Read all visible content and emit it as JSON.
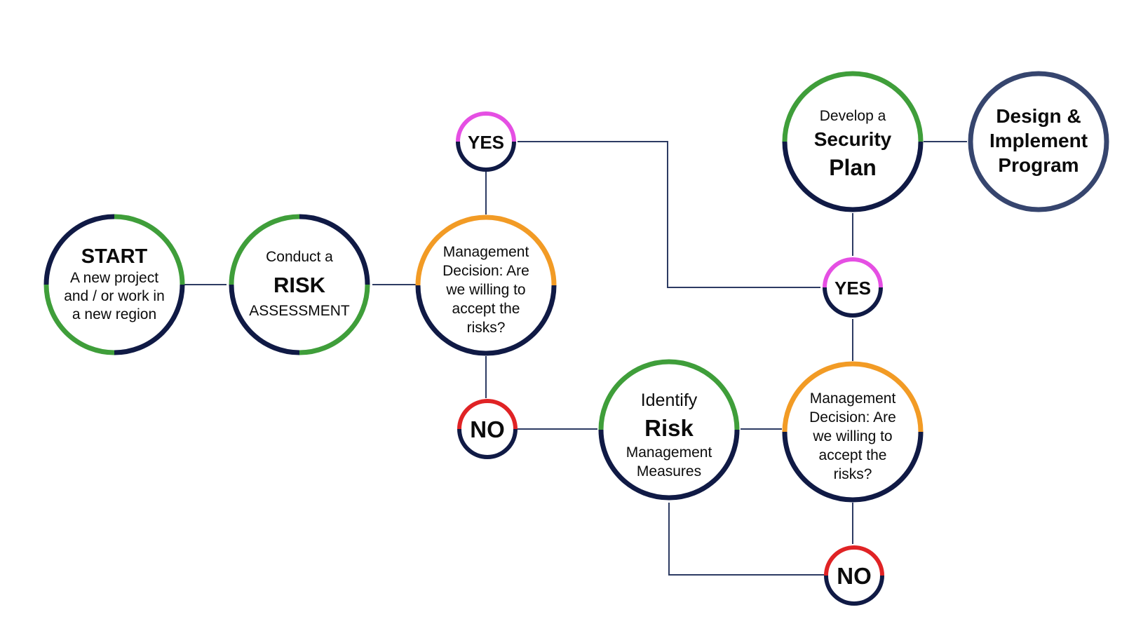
{
  "colors": {
    "navy": "#101a45",
    "green": "#3f9e3a",
    "orange": "#f29b25",
    "magenta": "#e54fe3",
    "red": "#e02325",
    "slate": "#36456e",
    "line": "#2d3b63"
  },
  "nodes": {
    "start": {
      "line1": "START",
      "line2": "A new project",
      "line3": "and / or work in",
      "line4": "a new region"
    },
    "risk_assessment": {
      "line1": "Conduct a",
      "line2": "RISK",
      "line3": "ASSESSMENT"
    },
    "decision_1": {
      "line1": "Management",
      "line2": "Decision: Are",
      "line3": "we willing to",
      "line4": "accept the",
      "line5": "risks?"
    },
    "yes_1": {
      "label": "YES"
    },
    "no_1": {
      "label": "NO"
    },
    "identify_risk": {
      "line1": "Identify",
      "line2": "Risk",
      "line3": "Management",
      "line4": "Measures"
    },
    "decision_2": {
      "line1": "Management",
      "line2": "Decision: Are",
      "line3": "we willing to",
      "line4": "accept the",
      "line5": "risks?"
    },
    "yes_2": {
      "label": "YES"
    },
    "no_2": {
      "label": "NO"
    },
    "security_plan": {
      "line1": "Develop a",
      "line2": "Security",
      "line3": "Plan"
    },
    "design_program": {
      "line1": "Design &",
      "line2": "Implement",
      "line3": "Program"
    }
  }
}
